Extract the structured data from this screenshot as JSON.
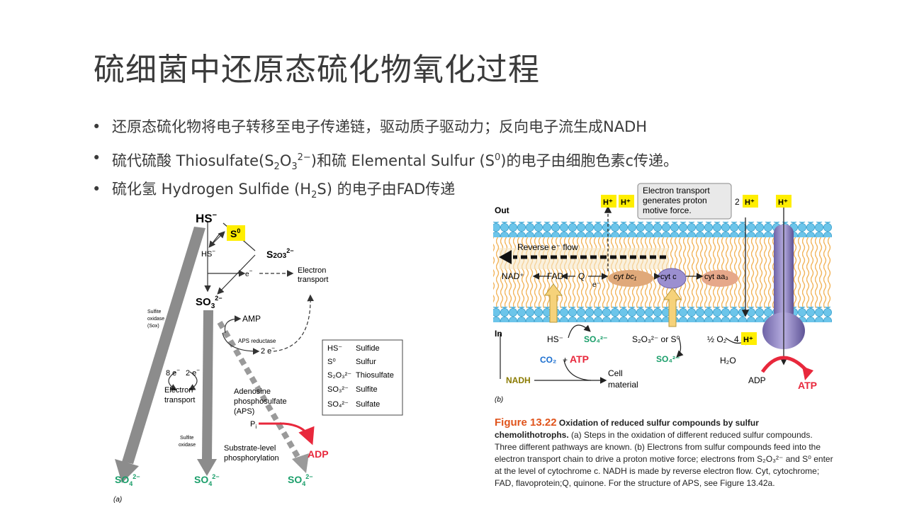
{
  "slide": {
    "title": "硫细菌中还原态硫化物氧化过程",
    "bullets": [
      {
        "dot": "•",
        "text": "还原态硫化物将电子转移至电子传递链，驱动质子驱动力；反向电子流生成NADH"
      },
      {
        "dot": "•",
        "pre": "硫代硫酸 Thiosulfate(S",
        "s1": "2",
        "m1": "O",
        "s2": "3",
        "sup1": "2−",
        "mid": ")和硫 Elemental Sulfur (S",
        "sup2": "0",
        "post": ")的电子由细胞色素c传递。"
      },
      {
        "dot": "•",
        "pre": "硫化氢 Hydrogen Sulfide (H",
        "s1": "2",
        "post": "S) 的电子由FAD传递"
      }
    ]
  },
  "figA": {
    "hs_top": "HS",
    "minus": "−",
    "s0": "S",
    "s0_sup": "0",
    "hs_small": "HS",
    "s2o3": "S",
    "s2o3_rest": "2O3",
    "s2o3_charge": "2−",
    "e_minus": "e",
    "electron_transport_top": [
      "Electron",
      "transport"
    ],
    "so3": "SO",
    "so3_sub": "3",
    "so3_charge": "2−",
    "amp": "AMP",
    "aps_reductase": "APS reductase",
    "two_e": "2 e",
    "sulfite_oxidase_sox": [
      "Sulfite",
      "oxidase",
      "(Sox)"
    ],
    "eight_e": "8 e",
    "two_e_b": "2 e",
    "electron_transport_left": [
      "Electron",
      "transport"
    ],
    "aps_label": [
      "Adenosine",
      "phosphosulfate",
      "(APS)"
    ],
    "pi": "P",
    "pi_sub": "i",
    "sulfite_oxidase": [
      "Sulfite",
      "oxidase"
    ],
    "substrate_level": [
      "Substrate-level",
      "phosphorylation"
    ],
    "adp": "ADP",
    "so4": "SO",
    "so4_sub": "4",
    "so4_charge": "2−",
    "panel_label": "(a)",
    "legend": [
      {
        "formula": "HS⁻",
        "name": "Sulfide"
      },
      {
        "formula": "S⁰",
        "name": "Sulfur"
      },
      {
        "formula": "S₂O₃²⁻",
        "name": "Thiosulfate"
      },
      {
        "formula": "SO₃²⁻",
        "name": "Sulfite"
      },
      {
        "formula": "SO₄²⁻",
        "name": "Sulfate"
      }
    ]
  },
  "figB": {
    "out": "Out",
    "in": "In",
    "h_plus": "H⁺",
    "two": "2",
    "four": "4",
    "callout": [
      "Electron transport",
      "generates proton",
      "motive force."
    ],
    "reverse_flow": "Reverse e⁻ flow",
    "nad": "NAD⁺",
    "fad": "FAD",
    "q": "Q",
    "e_minus": "e⁻",
    "cyt_bc1": "cyt bc₁",
    "cyt_c": "cyt c",
    "cyt_aa3": "cyt aa₃",
    "hs": "HS⁻",
    "so4": "SO₄²⁻",
    "s2o3_or_s0": "S₂O₃²⁻ or S⁰",
    "half_o2": "½ O₂",
    "h2o": "H₂O",
    "co2": "CO₂",
    "plus": "+",
    "atp": "ATP",
    "nadh": "NADH",
    "cell_material": [
      "Cell",
      "material"
    ],
    "adp": "ADP",
    "panel_label": "(b)"
  },
  "caption": {
    "label": "Figure 13.22",
    "title": "Oxidation of reduced sulfur compounds by sulfur chemolithotrophs.",
    "body": "(a) Steps in the oxidation of different reduced sulfur compounds. Three different pathways are known. (b) Electrons from sulfur compounds feed into the electron transport chain to drive a proton motive force; electrons from S₂O₃²⁻ and S⁰ enter at the level of cytochrome c. NADH is made by reverse electron flow. Cyt, cytochrome; FAD, flavoprotein;Q, quinone. For the structure of APS, see Figure 13.42a."
  },
  "colors": {
    "highlight": "#ffee00",
    "sulfate_green": "#1a9e6a",
    "atp_red": "#e8283c",
    "caption_orange": "#e0541c",
    "nadh_olive": "#8a7a00",
    "membrane_blue": "#6cc5ea",
    "lipid_tail": "#f2b45a",
    "arrow_gray": "#8c8c8c"
  }
}
